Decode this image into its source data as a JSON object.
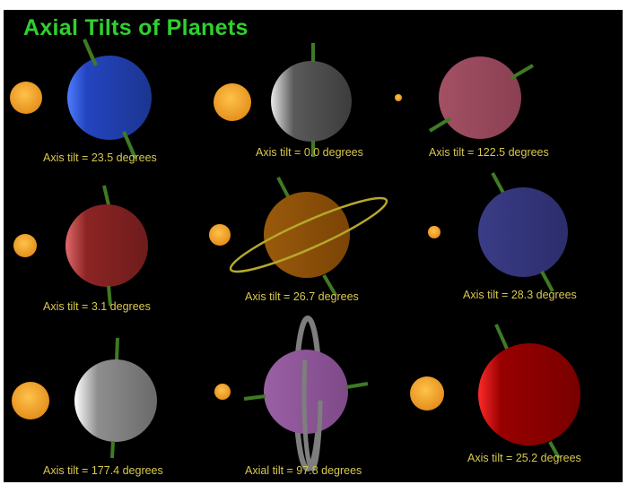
{
  "title": "Axial Tilts of Planets",
  "colors": {
    "title": "#2fd02f",
    "label": "#d8c84e",
    "sun": "#f2a52c",
    "axis": "#3f7a24",
    "background": "#000000"
  },
  "planets": [
    {
      "label": "Axis tilt = 23.5 degrees",
      "tilt": 23.5,
      "color": "#1f3fb0",
      "icon": "earth-planet"
    },
    {
      "label": "Axis tilt = 0.0 degrees",
      "tilt": 0.0,
      "color": "#454545",
      "icon": "mercury-planet"
    },
    {
      "label": "Axis tilt = 122.5 degrees",
      "tilt": 122.5,
      "color": "#9c4a5c",
      "icon": "venus-planet"
    },
    {
      "label": "Axis tilt = 3.1 degrees",
      "tilt": 3.1,
      "color": "#8a2222",
      "icon": "jupiter-planet"
    },
    {
      "label": "Axis tilt = 26.7 degrees",
      "tilt": 26.7,
      "color": "#8a4e08",
      "icon": "saturn-planet"
    },
    {
      "label": "Axis tilt = 28.3 degrees",
      "tilt": 28.3,
      "color": "#32337a",
      "icon": "neptune-planet"
    },
    {
      "label": "Axis tilt = 177.4 degrees",
      "tilt": 177.4,
      "color": "#7a7a7a",
      "icon": "pluto-planet"
    },
    {
      "label": "Axial tilt = 97.8 degrees",
      "tilt": 97.8,
      "color": "#8e5598",
      "icon": "uranus-planet"
    },
    {
      "label": "Axis tilt = 25.2 degrees",
      "tilt": 25.2,
      "color": "#8a0000",
      "icon": "mars-planet"
    }
  ]
}
